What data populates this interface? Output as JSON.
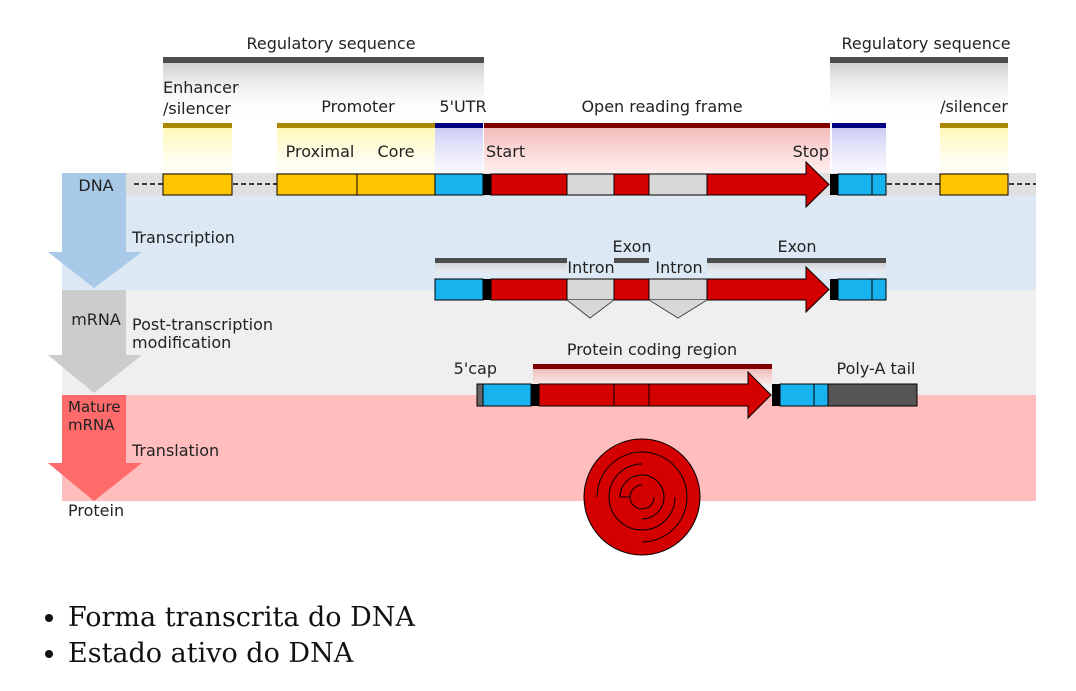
{
  "diagram": {
    "regulatory_left": "Regulatory sequence",
    "regulatory_right": "Regulatory sequence",
    "enhancer_line1": "Enhancer",
    "enhancer_line2": "/silencer",
    "silencer_right": "/silencer",
    "promoter": "Promoter",
    "proximal": "Proximal",
    "core": "Core",
    "utr5": "5'UTR",
    "orf": "Open reading frame",
    "start": "Start",
    "stop": "Stop",
    "dna": "DNA",
    "transcription": "Transcription",
    "exon_left": "Exon",
    "exon_right": "Exon",
    "intron_left": "Intron",
    "intron_right": "Intron",
    "mrna": "mRNA",
    "post_line1": "Post-transcription",
    "post_line2": "modification",
    "cap5": "5'cap",
    "protein_coding": "Protein coding region",
    "polya": "Poly-A tail",
    "mature_line1": "Mature",
    "mature_line2": "mRNA",
    "translation": "Translation",
    "protein": "Protein"
  },
  "colors": {
    "dna_band": "#e0e0e0",
    "transcription_band": "#dce9f5",
    "mrna_band": "#efefef",
    "translation_band": "#ffbdbd",
    "arrow_blue": "#a9c9e8",
    "arrow_gray": "#cccccc",
    "arrow_red": "#ff6b6b",
    "enhancer_yellow": "#ffc400",
    "utr_blue": "#18b2ee",
    "exon_red": "#d40000",
    "intron_gray": "#d8d8d8",
    "regulatory_bar": "#4d4d4d",
    "orf_bar": "#800000",
    "olive_bar": "#aa8800",
    "navy_bar": "#000080",
    "polya_gray": "#555555"
  },
  "answer_options": [
    "Forma transcrita do DNA",
    "Estado ativo do DNA"
  ]
}
